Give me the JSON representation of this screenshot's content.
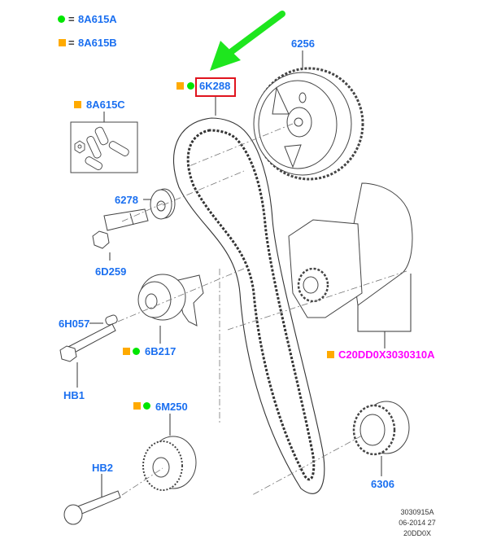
{
  "legend": [
    {
      "symbol": "green-circle",
      "eq": "=",
      "code": "8A615A"
    },
    {
      "symbol": "orange-square",
      "eq": "=",
      "code": "8A615B"
    }
  ],
  "colors": {
    "label_blue": "#1a6ff0",
    "label_magenta": "#ff00ff",
    "marker_orange": "#ffaa00",
    "marker_green": "#00e600",
    "highlight_red": "#e0141e",
    "arrow_green": "#1ee61e"
  },
  "parts": {
    "bolt_kit": "8A615C",
    "timing_belt": "6K288",
    "camshaft_sprocket": "6256",
    "washer": "6278",
    "bolt": "6D259",
    "dowel": "6H057",
    "tensioner": "6B217",
    "bolt_hb1": "HB1",
    "idler_pulley": "6M250",
    "bolt_hb2": "HB2",
    "crank_sprocket": "6306",
    "water_pump_kit": "C20DD0X3030310A"
  },
  "footer": {
    "line1": "3030915A",
    "line2": "06-2014 27",
    "line3": "20DD0X"
  }
}
